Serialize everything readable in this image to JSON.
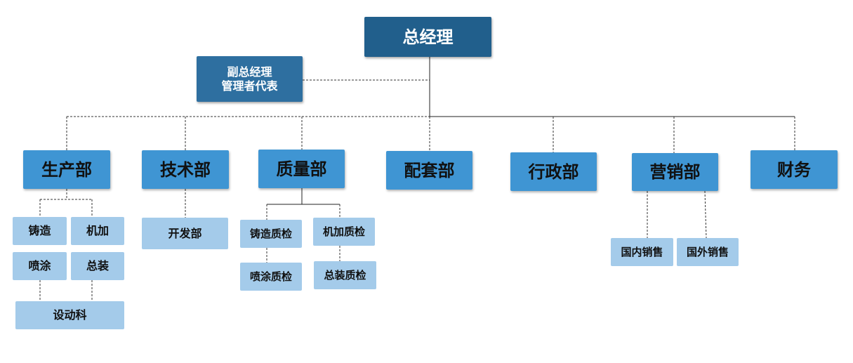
{
  "diagram": {
    "ceo": "总经理",
    "vice": {
      "line1": "副总经理",
      "line2": "管理者代表"
    },
    "departments": {
      "production": "生产部",
      "technology": "技术部",
      "quality": "质量部",
      "supply": "配套部",
      "admin": "行政部",
      "marketing": "营销部",
      "finance": "财务"
    },
    "production_units": {
      "casting": "铸造",
      "machining": "机加",
      "spraying": "喷涂",
      "assembly": "总装",
      "equipment": "设动科"
    },
    "technology_units": {
      "development": "开发部"
    },
    "quality_units": {
      "casting_qc": "铸造质检",
      "machining_qc": "机加质检",
      "spraying_qc": "喷涂质检",
      "assembly_qc": "总装质检"
    },
    "marketing_units": {
      "domestic_sales": "国内销售",
      "foreign_sales": "国外销售"
    }
  }
}
